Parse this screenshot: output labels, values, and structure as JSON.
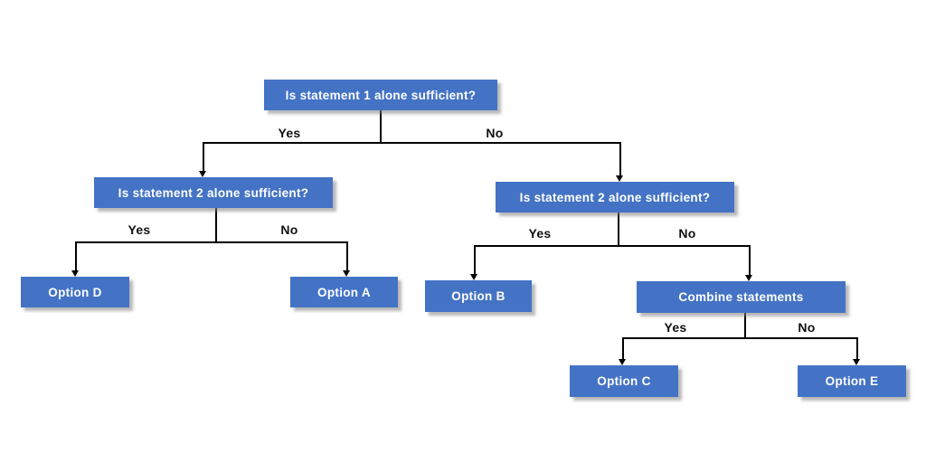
{
  "diagram": {
    "nodes": {
      "root": "Is statement 1 alone sufficient?",
      "left_q2": "Is statement 2 alone sufficient?",
      "right_q2": "Is statement 2 alone sufficient?",
      "combine": "Combine statements",
      "option_d": "Option D",
      "option_a": "Option A",
      "option_b": "Option B",
      "option_c": "Option C",
      "option_e": "Option E"
    },
    "edge_labels": {
      "root_yes": "Yes",
      "root_no": "No",
      "left_q2_yes": "Yes",
      "left_q2_no": "No",
      "right_q2_yes": "Yes",
      "right_q2_no": "No",
      "combine_yes": "Yes",
      "combine_no": "No"
    },
    "colors": {
      "node_fill": "#4473C5",
      "node_text": "#FFFFFF",
      "line": "#000000",
      "background": "#FFFFFF"
    }
  }
}
